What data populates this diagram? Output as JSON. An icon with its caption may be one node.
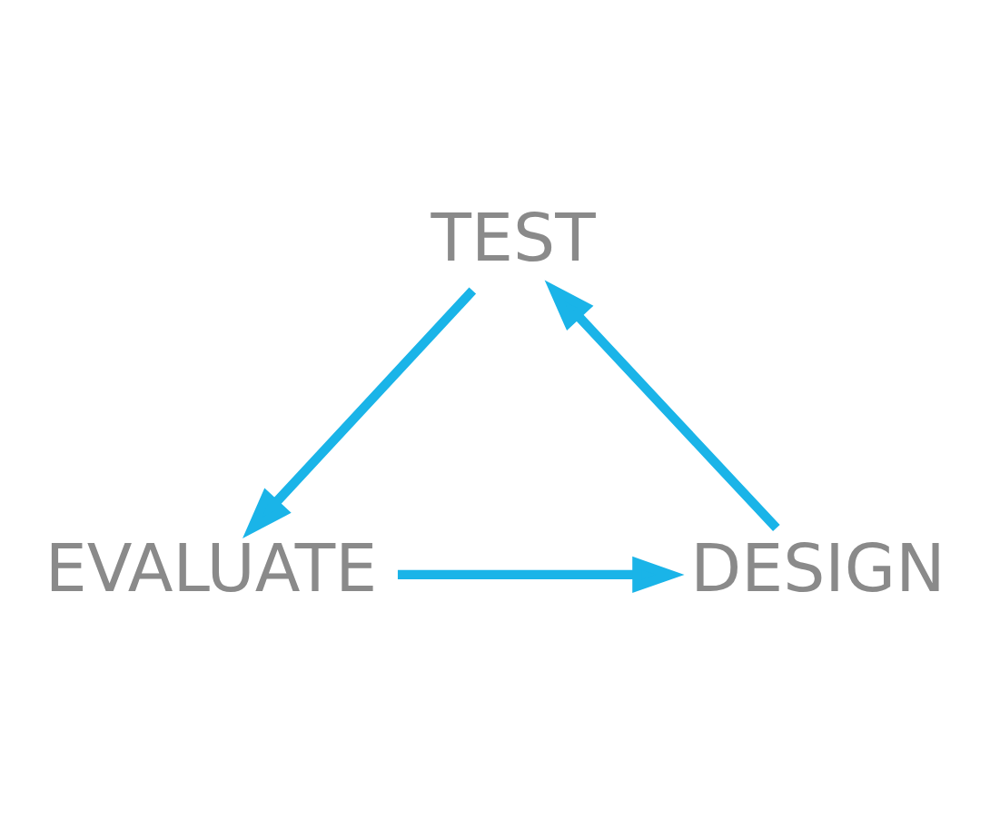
{
  "diagram": {
    "nodes": [
      {
        "text": [
          "TEST"
        ]
      },
      {
        "text": [
          "DESIGN"
        ]
      },
      {
        "text": [
          "EVALUATE"
        ]
      }
    ],
    "edges": [
      {
        "from": 1,
        "to": 0,
        "arrow": "to"
      },
      {
        "from": 0,
        "to": 2,
        "arrow": "to"
      },
      {
        "from": 2,
        "to": 1,
        "arrow": "to"
      }
    ]
  }
}
